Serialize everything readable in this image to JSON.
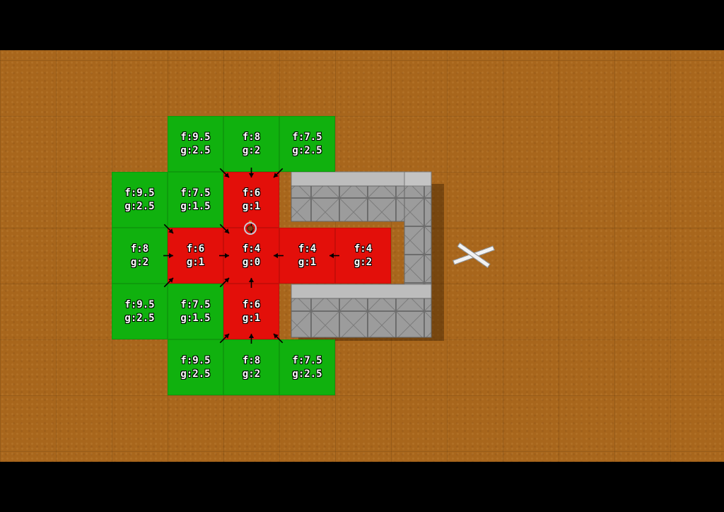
{
  "game": {
    "colors": {
      "open": "#10b10e",
      "closed": "#e30f0a",
      "ground": "#a8661c",
      "wall": "#9a9a9a"
    },
    "tiles": [
      {
        "id": "r0c1",
        "row": 0,
        "col": 1,
        "f": "f:9.5",
        "g": "g:2.5",
        "state": "open"
      },
      {
        "id": "r0c2",
        "row": 0,
        "col": 2,
        "f": "f:8",
        "g": "g:2",
        "state": "open"
      },
      {
        "id": "r0c3",
        "row": 0,
        "col": 3,
        "f": "f:7.5",
        "g": "g:2.5",
        "state": "open"
      },
      {
        "id": "r1c0",
        "row": 1,
        "col": 0,
        "f": "f:9.5",
        "g": "g:2.5",
        "state": "open"
      },
      {
        "id": "r1c1",
        "row": 1,
        "col": 1,
        "f": "f:7.5",
        "g": "g:1.5",
        "state": "open"
      },
      {
        "id": "r1c2",
        "row": 1,
        "col": 2,
        "f": "f:6",
        "g": "g:1",
        "state": "closed"
      },
      {
        "id": "r2c0",
        "row": 2,
        "col": 0,
        "f": "f:8",
        "g": "g:2",
        "state": "open"
      },
      {
        "id": "r2c1",
        "row": 2,
        "col": 1,
        "f": "f:6",
        "g": "g:1",
        "state": "closed"
      },
      {
        "id": "r2c2",
        "row": 2,
        "col": 2,
        "f": "f:4",
        "g": "g:0",
        "state": "closed"
      },
      {
        "id": "r2c3",
        "row": 2,
        "col": 3,
        "f": "f:4",
        "g": "g:1",
        "state": "closed"
      },
      {
        "id": "r2c4",
        "row": 2,
        "col": 4,
        "f": "f:4",
        "g": "g:2",
        "state": "closed"
      },
      {
        "id": "r3c0",
        "row": 3,
        "col": 0,
        "f": "f:9.5",
        "g": "g:2.5",
        "state": "open"
      },
      {
        "id": "r3c1",
        "row": 3,
        "col": 1,
        "f": "f:7.5",
        "g": "g:1.5",
        "state": "open"
      },
      {
        "id": "r3c2",
        "row": 3,
        "col": 2,
        "f": "f:6",
        "g": "g:1",
        "state": "closed"
      },
      {
        "id": "r4c1",
        "row": 4,
        "col": 1,
        "f": "f:9.5",
        "g": "g:2.5",
        "state": "open"
      },
      {
        "id": "r4c2",
        "row": 4,
        "col": 2,
        "f": "f:8",
        "g": "g:2",
        "state": "open"
      },
      {
        "id": "r4c3",
        "row": 4,
        "col": 3,
        "f": "f:7.5",
        "g": "g:2.5",
        "state": "open"
      }
    ],
    "arrows": [
      {
        "row": 0,
        "col": 1,
        "dir": "SE"
      },
      {
        "row": 0,
        "col": 2,
        "dir": "S"
      },
      {
        "row": 0,
        "col": 3,
        "dir": "SW"
      },
      {
        "row": 1,
        "col": 1,
        "dir": "SE"
      },
      {
        "row": 1,
        "col": 2,
        "dir": "S"
      },
      {
        "row": 1,
        "col": 0,
        "dir": "SE"
      },
      {
        "row": 2,
        "col": 0,
        "dir": "E"
      },
      {
        "row": 2,
        "col": 1,
        "dir": "E"
      },
      {
        "row": 2,
        "col": 3,
        "dir": "W"
      },
      {
        "row": 2,
        "col": 4,
        "dir": "W"
      },
      {
        "row": 3,
        "col": 0,
        "dir": "NE"
      },
      {
        "row": 3,
        "col": 1,
        "dir": "NE"
      },
      {
        "row": 3,
        "col": 2,
        "dir": "N"
      },
      {
        "row": 4,
        "col": 1,
        "dir": "NE"
      },
      {
        "row": 4,
        "col": 2,
        "dir": "N"
      },
      {
        "row": 4,
        "col": 3,
        "dir": "NW"
      }
    ],
    "icons": {
      "agent": "agent-unit-icon",
      "target": "move-target-marker-icon",
      "wall": "concrete-wall-icon"
    }
  }
}
